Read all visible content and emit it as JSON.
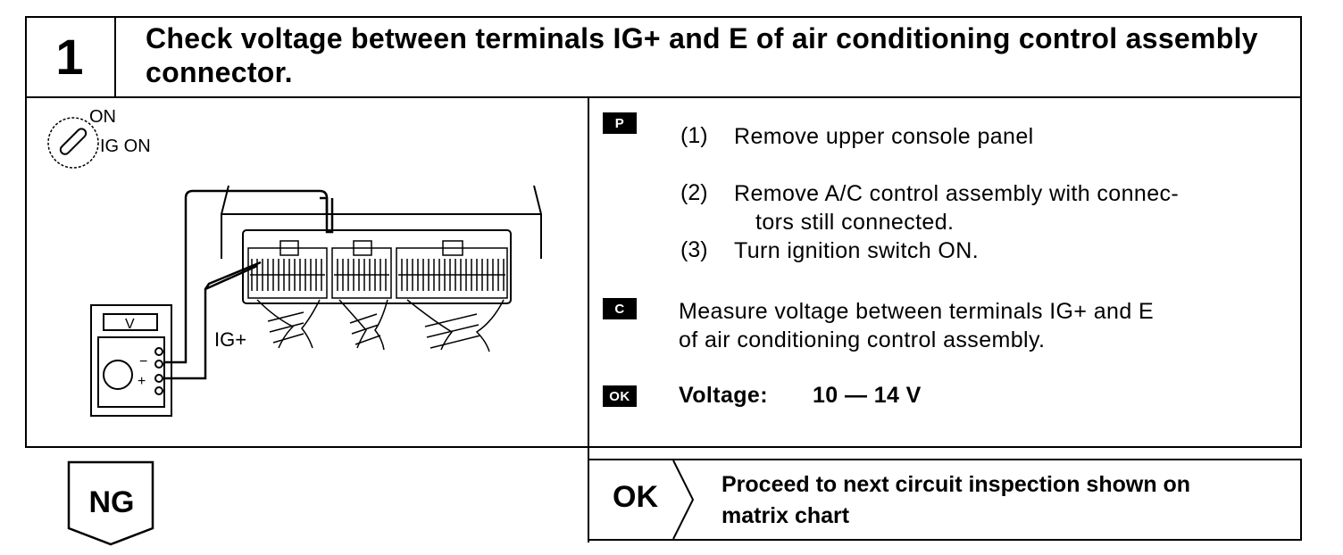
{
  "step": {
    "number": "1",
    "title": "Check voltage between terminals IG+ and E of air conditioning control assembly connector."
  },
  "illustration": {
    "ignition_on": "ON",
    "ignition_ig_on": "IG ON",
    "meter_unit": "V",
    "probe_label": "IG+",
    "minus": "−",
    "plus": "+"
  },
  "procedure": {
    "prep_tag": "P",
    "steps": [
      {
        "num": "(1)",
        "text": "Remove upper console panel"
      },
      {
        "num": "(2)",
        "text": "Remove A/C control assembly with connec-",
        "cont": "tors still connected."
      },
      {
        "num": "(3)",
        "text": "Turn ignition switch ON."
      }
    ],
    "check_tag": "C",
    "check_line1": "Measure voltage between terminals IG+ and E",
    "check_line2": "of air conditioning control assembly.",
    "ok_tag": "OK",
    "ok_label": "Voltage:",
    "ok_value": "10 — 14 V"
  },
  "results": {
    "ng_label": "NG",
    "ok_label": "OK",
    "ok_line1": "Proceed to next circuit inspection shown on",
    "ok_line2": "matrix chart"
  }
}
